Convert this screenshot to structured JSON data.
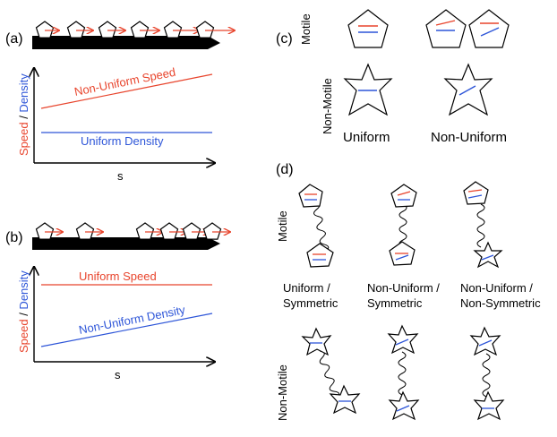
{
  "colors": {
    "red": "#e8442c",
    "blue": "#2d55d8",
    "black": "#000000"
  },
  "panel_a": {
    "label": "(a)",
    "line_red": "Non-Uniform Speed",
    "line_blue": "Uniform Density",
    "ylabel_speed": "Speed",
    "ylabel_sep": " / ",
    "ylabel_density": "Density",
    "xlabel": "s"
  },
  "panel_b": {
    "label": "(b)",
    "line_red": "Uniform Speed",
    "line_blue": "Non-Uniform Density",
    "ylabel_speed": "Speed",
    "ylabel_sep": " / ",
    "ylabel_density": "Density",
    "xlabel": "s"
  },
  "panel_c": {
    "label": "(c)",
    "row_motile": "Motile",
    "row_nonmotile": "Non-Motile",
    "col_uniform": "Uniform",
    "col_nonuniform": "Non-Uniform"
  },
  "panel_d": {
    "label": "(d)",
    "row_motile": "Motile",
    "row_nonmotile": "Non-Motile",
    "col1_line1": "Uniform /",
    "col1_line2": "Symmetric",
    "col2_line1": "Non-Uniform /",
    "col2_line2": "Symmetric",
    "col3_line1": "Non-Uniform /",
    "col3_line2": "Non-Symmetric"
  }
}
